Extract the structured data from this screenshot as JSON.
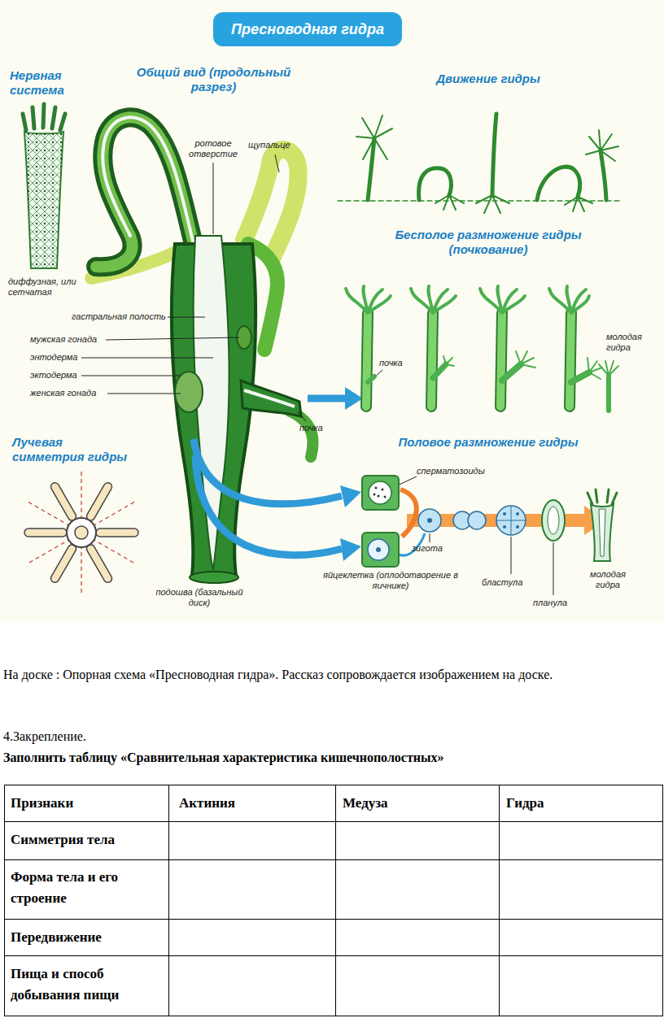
{
  "diagram": {
    "title": "Пресноводная гидра",
    "labels": [
      "Нервная система",
      "Общий вид (продольный разрез)",
      "Движение гидры",
      "диффузная, или сетчатая",
      "ротовое отверстие",
      "щупальце",
      "гастральная полость",
      "мужская гонада",
      "энтодерма",
      "эктодерма",
      "женская гонада",
      "почка",
      "Бесполое размножение гидры (почкование)",
      "почка",
      "молодая гидра",
      "Лучевая симметрия гидры",
      "Половое размножение гидры",
      "сперматозоиды",
      "зигота",
      "яйцеклетка (оплодотворение в яичнике)",
      "бластула",
      "планула",
      "молодая гидра",
      "подошва (базальный диск)",
      "На доске : Опорная схема «Пресноводная гидра». Рассказ сопровождается изображением на доске.",
      "4.Закрепление.",
      "Заполнить таблицу «Сравнительная характеристика кишечнополостных»",
      "Признаки",
      "Актиния",
      "Медуза",
      "Гидра",
      "Симметрия тела",
      "Форма тела и его строение",
      "Передвижение",
      "Пища и способ добывания пищи"
    ]
  }
}
